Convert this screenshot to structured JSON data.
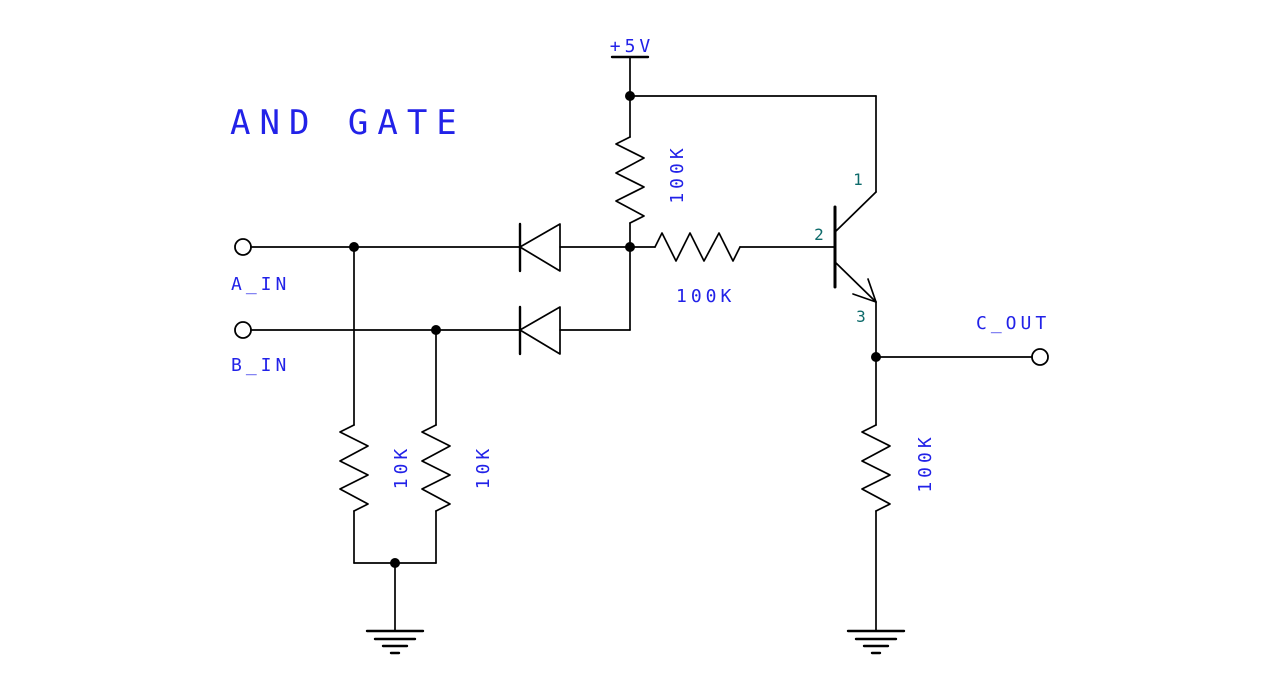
{
  "title": "AND GATE",
  "power_rail": {
    "label": "+5V"
  },
  "inputs": {
    "a": {
      "label": "A_IN"
    },
    "b": {
      "label": "B_IN"
    }
  },
  "output": {
    "label": "C_OUT"
  },
  "resistors": {
    "pullup": {
      "value": "100K"
    },
    "base": {
      "value": "100K"
    },
    "input_a": {
      "value": "10K"
    },
    "input_b": {
      "value": "10K"
    },
    "emitter": {
      "value": "100K"
    }
  },
  "transistor": {
    "pin_collector": "1",
    "pin_base": "2",
    "pin_emitter": "3"
  },
  "colors": {
    "label_blue": "#2222e8",
    "pin_teal": "#0e6b6b",
    "wire_black": "#000000",
    "background": "#ffffff"
  }
}
